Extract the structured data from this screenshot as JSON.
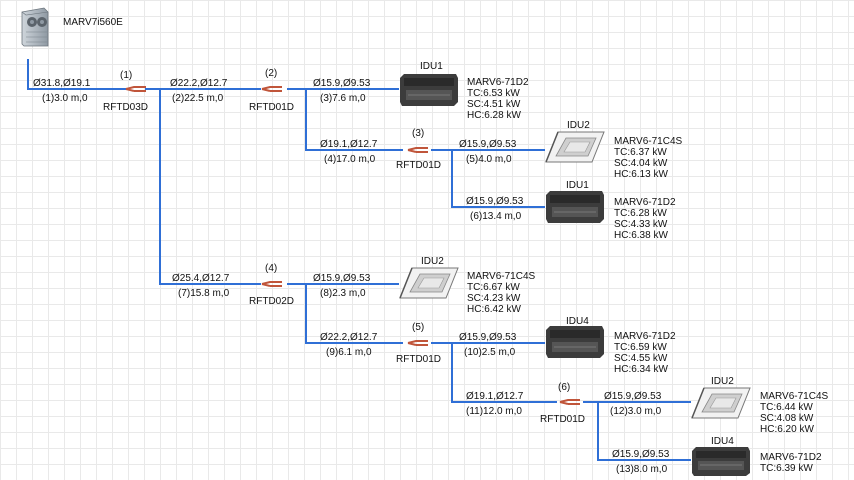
{
  "odu": {
    "model": "MARV7i560E"
  },
  "pipes": [
    {
      "size": "Ø31.8,Ø19.1",
      "len": "(1)3.0 m,0"
    },
    {
      "size": "Ø22.2,Ø12.7",
      "len": "(2)22.5 m,0"
    },
    {
      "size": "Ø15.9,Ø9.53",
      "len": "(3)7.6 m,0"
    },
    {
      "size": "Ø19.1,Ø12.7",
      "len": "(4)17.0 m,0"
    },
    {
      "size": "Ø15.9,Ø9.53",
      "len": "(5)4.0 m,0"
    },
    {
      "size": "Ø15.9,Ø9.53",
      "len": "(6)13.4 m,0"
    },
    {
      "size": "Ø25.4,Ø12.7",
      "len": "(7)15.8 m,0"
    },
    {
      "size": "Ø15.9,Ø9.53",
      "len": "(8)2.3 m,0"
    },
    {
      "size": "Ø22.2,Ø12.7",
      "len": "(9)6.1 m,0"
    },
    {
      "size": "Ø15.9,Ø9.53",
      "len": "(10)2.5 m,0"
    },
    {
      "size": "Ø19.1,Ø12.7",
      "len": "(11)12.0 m,0"
    },
    {
      "size": "Ø15.9,Ø9.53",
      "len": "(12)3.0 m,0"
    },
    {
      "size": "Ø15.9,Ø9.53",
      "len": "(13)8.0 m,0"
    }
  ],
  "joints": [
    {
      "num": "(1)",
      "model": "RFTD03D"
    },
    {
      "num": "(2)",
      "model": "RFTD01D"
    },
    {
      "num": "(3)",
      "model": "RFTD01D"
    },
    {
      "num": "(4)",
      "model": "RFTD02D"
    },
    {
      "num": "(5)",
      "model": "RFTD01D"
    },
    {
      "num": "(6)",
      "model": "RFTD01D"
    }
  ],
  "idus": [
    {
      "name": "IDU1",
      "type": "duct",
      "model": "MARV6-71D2",
      "tc": "TC:6.53 kW",
      "sc": "SC:4.51 kW",
      "hc": "HC:6.28 kW"
    },
    {
      "name": "IDU2",
      "type": "cassette",
      "model": "MARV6-71C4S",
      "tc": "TC:6.37 kW",
      "sc": "SC:4.04 kW",
      "hc": "HC:6.13 kW"
    },
    {
      "name": "IDU1",
      "type": "duct",
      "model": "MARV6-71D2",
      "tc": "TC:6.28 kW",
      "sc": "SC:4.33 kW",
      "hc": "HC:6.38 kW"
    },
    {
      "name": "IDU2",
      "type": "cassette",
      "model": "MARV6-71C4S",
      "tc": "TC:6.67 kW",
      "sc": "SC:4.23 kW",
      "hc": "HC:6.42 kW"
    },
    {
      "name": "IDU4",
      "type": "duct",
      "model": "MARV6-71D2",
      "tc": "TC:6.59 kW",
      "sc": "SC:4.55 kW",
      "hc": "HC:6.34 kW"
    },
    {
      "name": "IDU2",
      "type": "cassette",
      "model": "MARV6-71C4S",
      "tc": "TC:6.44 kW",
      "sc": "SC:4.08 kW",
      "hc": "HC:6.20 kW"
    },
    {
      "name": "IDU4",
      "type": "duct",
      "model": "MARV6-71D2",
      "tc": "TC:6.39 kW",
      "sc": "",
      "hc": ""
    }
  ],
  "colors": {
    "pipe": "#2f6fd6",
    "joint": "#c0553a",
    "unit_dark": "#3c3c3c"
  }
}
